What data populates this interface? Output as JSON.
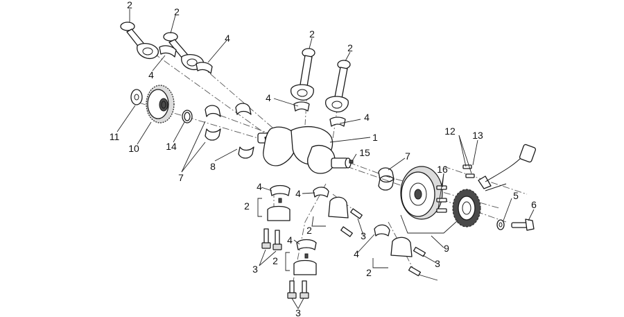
{
  "callouts": [
    {
      "id": "c1",
      "text": "1"
    },
    {
      "id": "c2a",
      "text": "2"
    },
    {
      "id": "c2b",
      "text": "2"
    },
    {
      "id": "c2c",
      "text": "2"
    },
    {
      "id": "c2d",
      "text": "2"
    },
    {
      "id": "c2e",
      "text": "2"
    },
    {
      "id": "c2f",
      "text": "2"
    },
    {
      "id": "c2g",
      "text": "2"
    },
    {
      "id": "c2h",
      "text": "2"
    },
    {
      "id": "c3a",
      "text": "3"
    },
    {
      "id": "c3b",
      "text": "3"
    },
    {
      "id": "c3c",
      "text": "3"
    },
    {
      "id": "c3d",
      "text": "3"
    },
    {
      "id": "c4a",
      "text": "4"
    },
    {
      "id": "c4b",
      "text": "4"
    },
    {
      "id": "c4c",
      "text": "4"
    },
    {
      "id": "c4d",
      "text": "4"
    },
    {
      "id": "c4e",
      "text": "4"
    },
    {
      "id": "c4f",
      "text": "4"
    },
    {
      "id": "c4g",
      "text": "4"
    },
    {
      "id": "c4h",
      "text": "4"
    },
    {
      "id": "c5",
      "text": "5"
    },
    {
      "id": "c6",
      "text": "6"
    },
    {
      "id": "c7a",
      "text": "7"
    },
    {
      "id": "c7b",
      "text": "7"
    },
    {
      "id": "c8",
      "text": "8"
    },
    {
      "id": "c9",
      "text": "9"
    },
    {
      "id": "c10",
      "text": "10"
    },
    {
      "id": "c11",
      "text": "11"
    },
    {
      "id": "c12",
      "text": "12"
    },
    {
      "id": "c13",
      "text": "13"
    },
    {
      "id": "c14",
      "text": "14"
    },
    {
      "id": "c15",
      "text": "15"
    },
    {
      "id": "c16",
      "text": "16"
    }
  ]
}
